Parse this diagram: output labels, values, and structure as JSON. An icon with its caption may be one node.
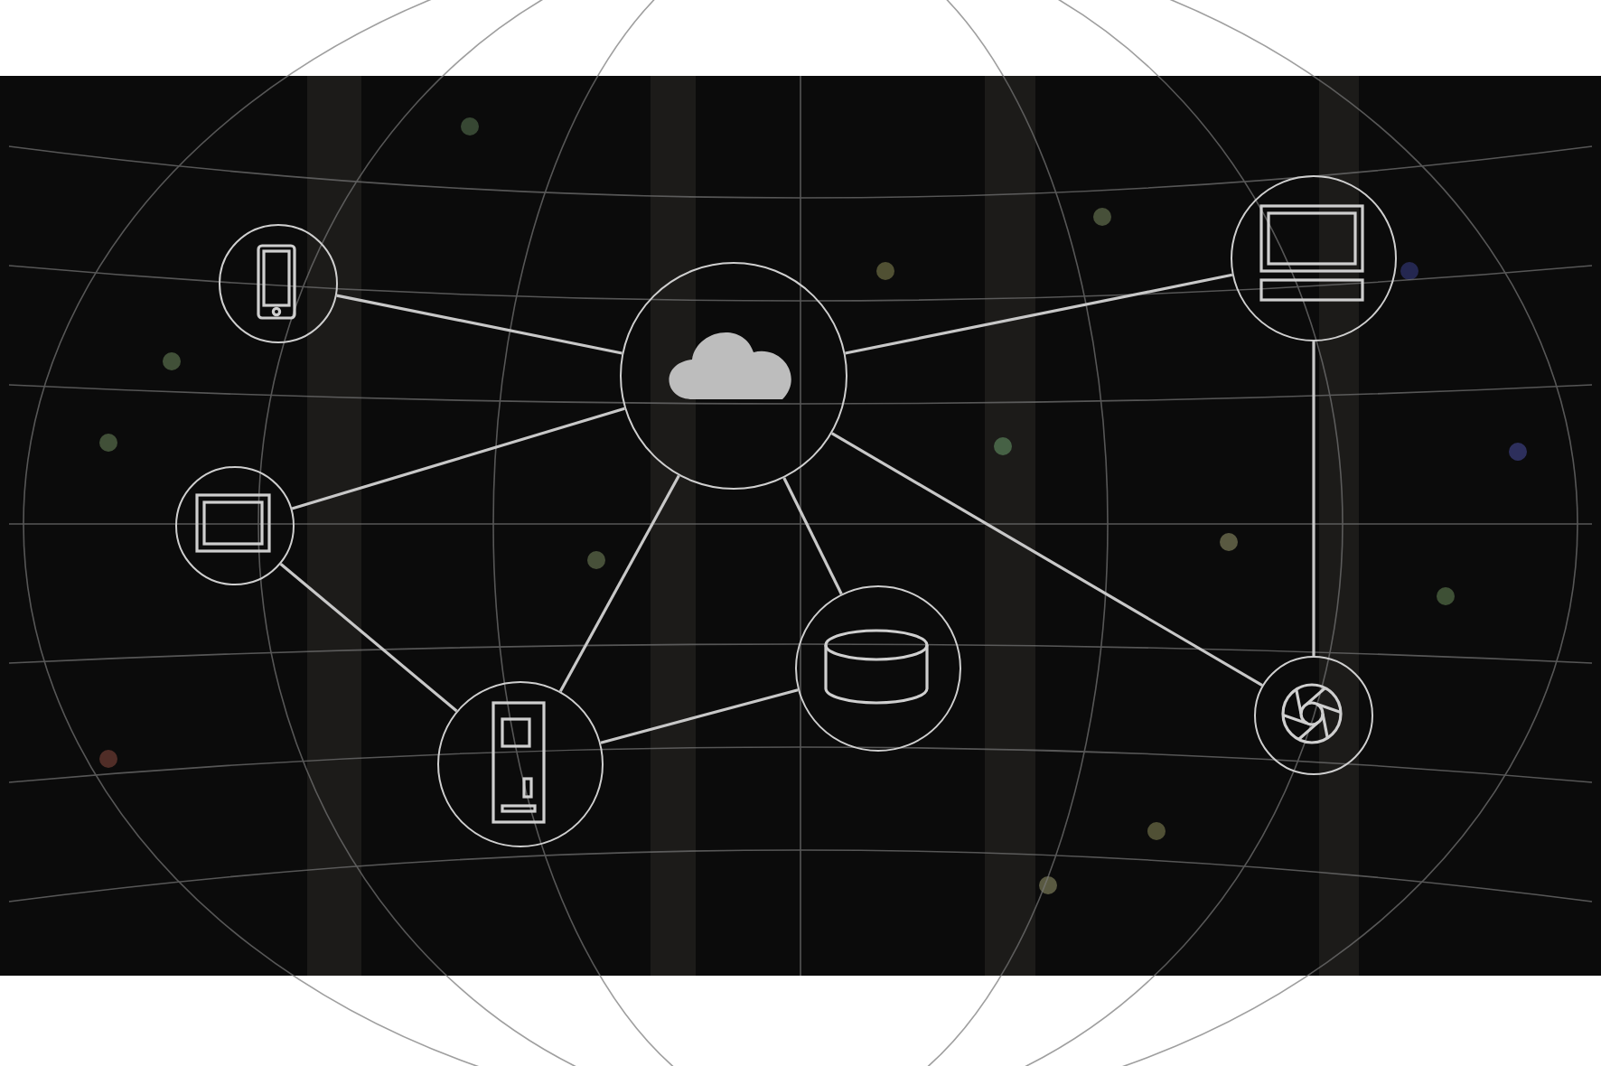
{
  "diagram": {
    "nodes": [
      {
        "text": [],
        "shape": "circle"
      },
      {
        "text": [],
        "shape": "circle"
      },
      {
        "text": [],
        "shape": "circle"
      },
      {
        "text": [],
        "shape": "circle"
      },
      {
        "text": [],
        "shape": "circle"
      },
      {
        "text": [],
        "shape": "circle"
      },
      {
        "text": [],
        "shape": "circle"
      }
    ],
    "edges": [
      {
        "from": 0,
        "to": 1,
        "arrow": "none"
      },
      {
        "from": 1,
        "to": 2,
        "arrow": "none"
      },
      {
        "from": 3,
        "to": 1,
        "arrow": "none"
      },
      {
        "from": 1,
        "to": 4,
        "arrow": "none"
      },
      {
        "from": 1,
        "to": 5,
        "arrow": "none"
      },
      {
        "from": 1,
        "to": 6,
        "arrow": "none"
      },
      {
        "from": 2,
        "to": 6,
        "arrow": "none"
      },
      {
        "from": 3,
        "to": 5,
        "arrow": "none"
      },
      {
        "from": 5,
        "to": 4,
        "arrow": "none"
      }
    ]
  }
}
